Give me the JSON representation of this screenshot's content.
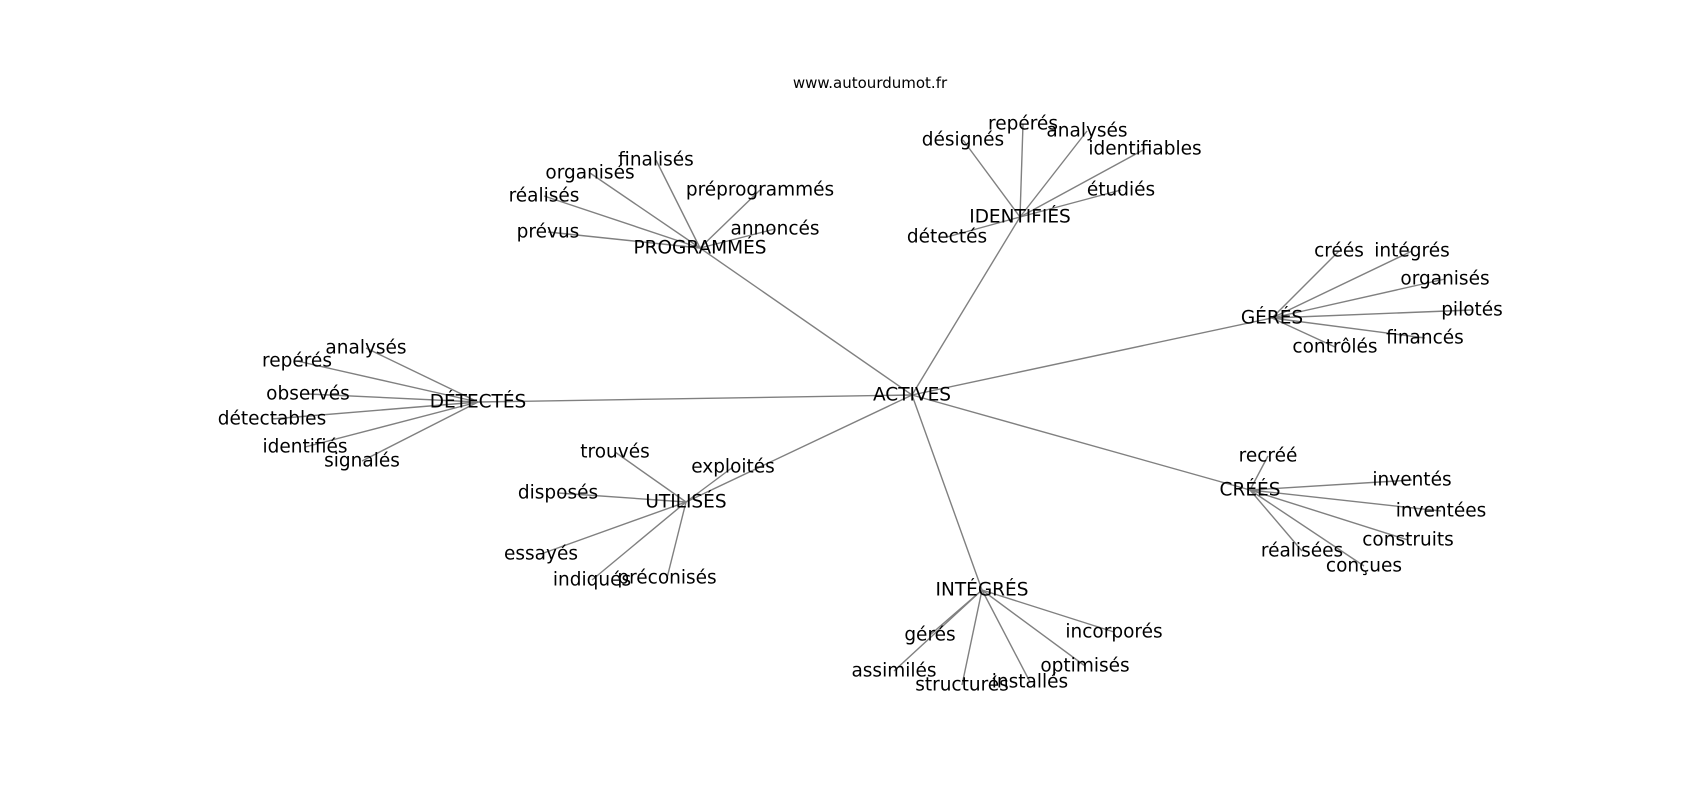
{
  "header": {
    "site": "www.autourdumot.fr"
  },
  "style": {
    "edge_color": "#808080",
    "text_color": "#000000",
    "background": "#ffffff"
  },
  "graph": {
    "root": "ACTIVES",
    "clusters": [
      {
        "hub": "PROGRAMMÉS",
        "leaves": [
          "finalisés",
          "organisés",
          "réalisés",
          "prévus",
          "préprogrammés",
          "annoncés"
        ]
      },
      {
        "hub": "IDENTIFIÉS",
        "leaves": [
          "désignés",
          "repérés",
          "analysés",
          "identifiables",
          "étudiés",
          "détectés"
        ]
      },
      {
        "hub": "GÉRÉS",
        "leaves": [
          "créés",
          "intégrés",
          "organisés",
          "pilotés",
          "financés",
          "contrôlés"
        ]
      },
      {
        "hub": "DÉTECTÉS",
        "leaves": [
          "analysés",
          "repérés",
          "observés",
          "détectables",
          "identifiés",
          "signalés"
        ]
      },
      {
        "hub": "UTILISÉS",
        "leaves": [
          "trouvés",
          "exploités",
          "disposés",
          "essayés",
          "indiqués",
          "préconisés"
        ]
      },
      {
        "hub": "CRÉÉS",
        "leaves": [
          "recréé",
          "inventés",
          "inventées",
          "construits",
          "réalisées",
          "conçues"
        ]
      },
      {
        "hub": "INTÉGRÉS",
        "leaves": [
          "incorporés",
          "gérés",
          "optimisés",
          "assimilés",
          "installés",
          "structurés"
        ]
      }
    ]
  }
}
